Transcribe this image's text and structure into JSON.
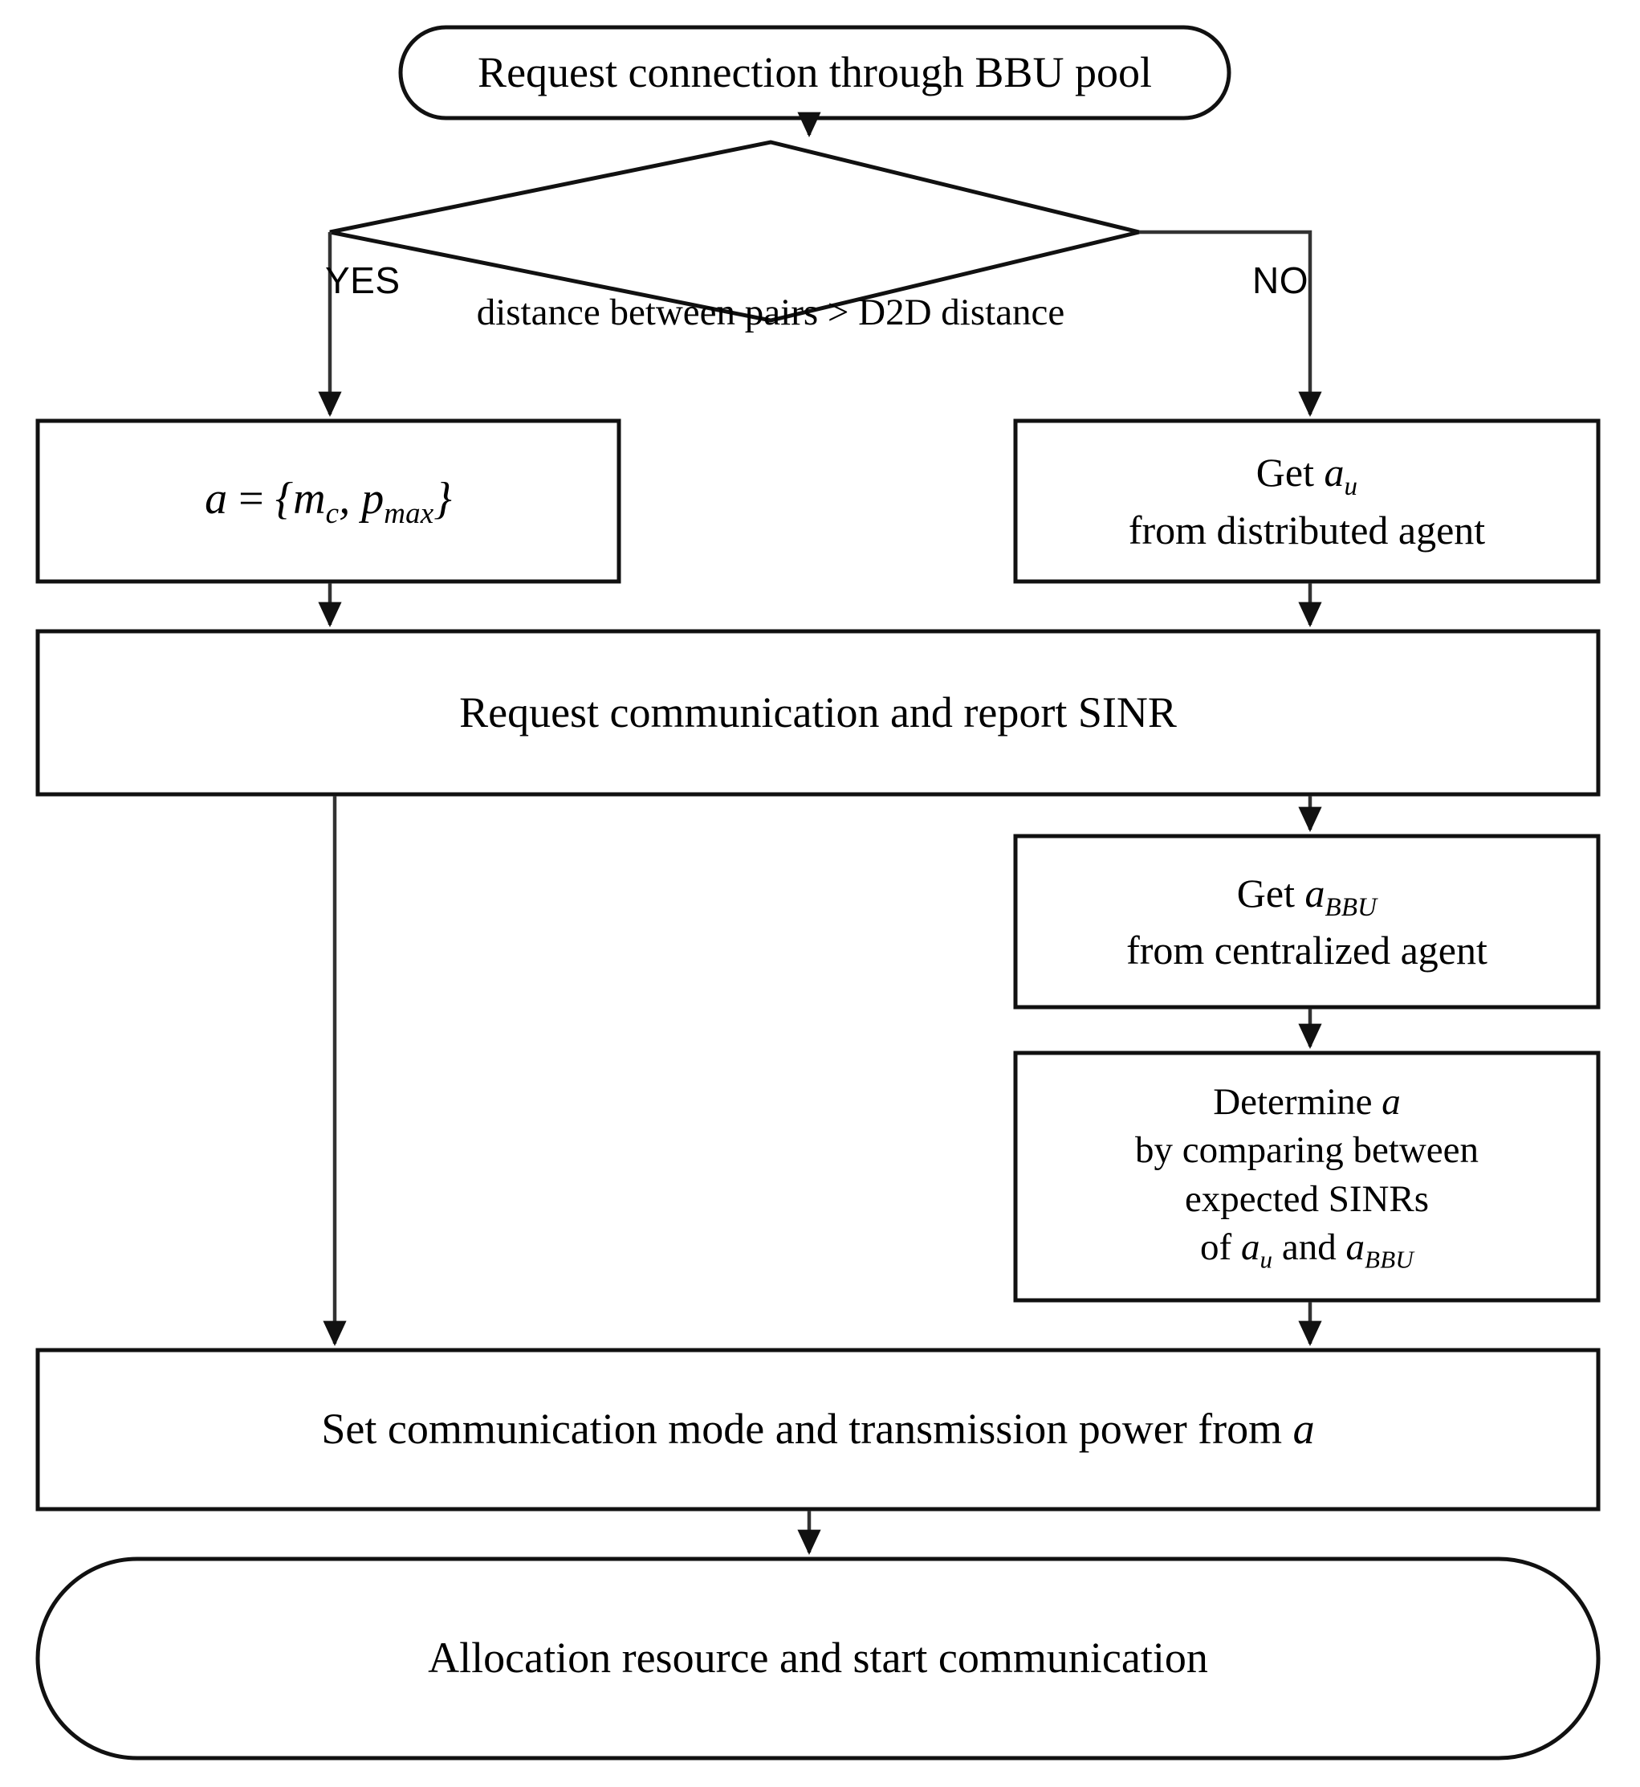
{
  "diagram": {
    "title": "D2D communication mode and power selection flowchart",
    "stroke_color": "#000000",
    "fill_color": "#ffffff",
    "background": "#ffffff"
  },
  "nodes": {
    "start": {
      "shape": "terminal",
      "text": "Request connection through BBU pool"
    },
    "decision": {
      "shape": "diamond",
      "text_parts": {
        "left": "distance between pairs",
        "operator": ">",
        "right": "D2D distance"
      },
      "text": "distance between pairs > D2D distance",
      "yes_label": "YES",
      "no_label": "NO"
    },
    "assign_action": {
      "shape": "process",
      "formula": {
        "lhs": "a",
        "eq": "=",
        "open": "{",
        "term1_base": "m",
        "term1_sub": "c",
        "comma": ",",
        "term2_base": "p",
        "term2_sub": "max",
        "close": "}"
      },
      "text": "a = {m_c, p_max}"
    },
    "get_au": {
      "shape": "process",
      "line1_prefix": "Get ",
      "line1_var_base": "a",
      "line1_var_sub": "u",
      "line2": "from distributed agent",
      "text": "Get a_u from distributed agent"
    },
    "request_sinr": {
      "shape": "process",
      "text": "Request communication and report SINR"
    },
    "get_abbu": {
      "shape": "process",
      "line1_prefix": "Get ",
      "line1_var_base": "a",
      "line1_var_sub": "BBU",
      "line2": "from centralized agent",
      "text": "Get a_BBU from centralized agent"
    },
    "determine_a": {
      "shape": "process",
      "line1_prefix": "Determine ",
      "line1_var": "a",
      "line2": "by comparing between",
      "line3": "expected SINRs",
      "line4_prefix": "of ",
      "line4_var1_base": "a",
      "line4_var1_sub": "u",
      "line4_mid": " and ",
      "line4_var2_base": "a",
      "line4_var2_sub": "BBU",
      "text": "Determine a by comparing between expected SINRs of a_u and a_BBU"
    },
    "set_mode": {
      "shape": "process",
      "prefix": "Set communication mode and transmission power from ",
      "var": "a",
      "text": "Set communication mode and transmission power from a"
    },
    "end": {
      "shape": "terminal",
      "text": "Allocation resource and start communication"
    }
  },
  "edges": [
    {
      "name": "start-to-decision",
      "from": "start",
      "to": "decision",
      "label": ""
    },
    {
      "name": "decision-yes-to-assign",
      "from": "decision",
      "to": "assign_action",
      "label": "YES"
    },
    {
      "name": "decision-no-to-get-au",
      "from": "decision",
      "to": "get_au",
      "label": "NO"
    },
    {
      "name": "assign-to-request-sinr",
      "from": "assign_action",
      "to": "request_sinr",
      "label": ""
    },
    {
      "name": "get-au-to-request-sinr",
      "from": "get_au",
      "to": "request_sinr",
      "label": ""
    },
    {
      "name": "request-sinr-to-get-abbu",
      "from": "request_sinr",
      "to": "get_abbu",
      "label": ""
    },
    {
      "name": "request-sinr-to-set-mode",
      "from": "request_sinr",
      "to": "set_mode",
      "label": ""
    },
    {
      "name": "get-abbu-to-determine",
      "from": "get_abbu",
      "to": "determine_a",
      "label": ""
    },
    {
      "name": "determine-to-set-mode",
      "from": "determine_a",
      "to": "set_mode",
      "label": ""
    },
    {
      "name": "set-mode-to-end",
      "from": "set_mode",
      "to": "end",
      "label": ""
    }
  ]
}
